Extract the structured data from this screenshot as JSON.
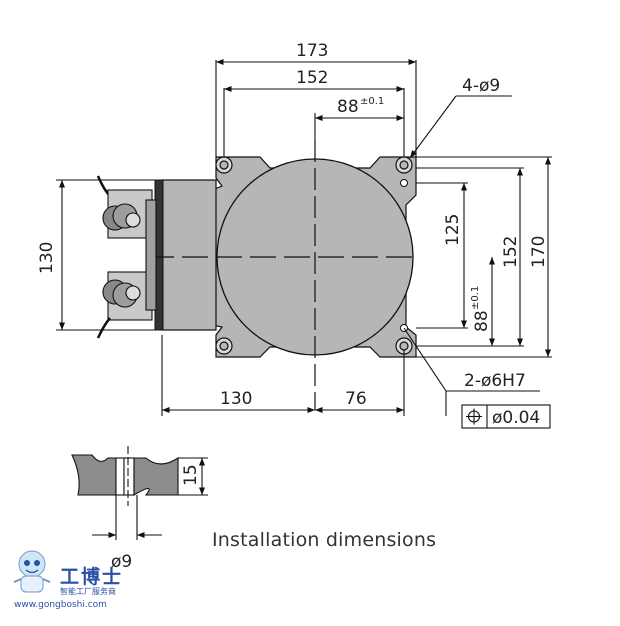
{
  "dimensions": {
    "top_width_outer": "173",
    "top_width_holes": "152",
    "top_half_hole": "88",
    "top_half_hole_tol": "±0.1",
    "hole_callout": "4-ø9",
    "left_height": "130",
    "right_height_125": "125",
    "right_height_152": "152",
    "right_height_170": "170",
    "right_half_88": "88",
    "right_half_88_tol": "±0.1",
    "bottom_left": "130",
    "bottom_right": "76",
    "pin_callout": "2-ø6H7",
    "tolerance_value": "ø0.04",
    "section_height": "15",
    "section_hole": "ø9"
  },
  "caption": "Installation dimensions",
  "watermark": {
    "brand_cn": "工博士",
    "brand_sub": "智能工厂服务商",
    "url": "www.gongboshi.com",
    "brand_color": "#2a4fa6"
  },
  "colors": {
    "body_fill": "#b6b6b6",
    "line": "#111111"
  }
}
